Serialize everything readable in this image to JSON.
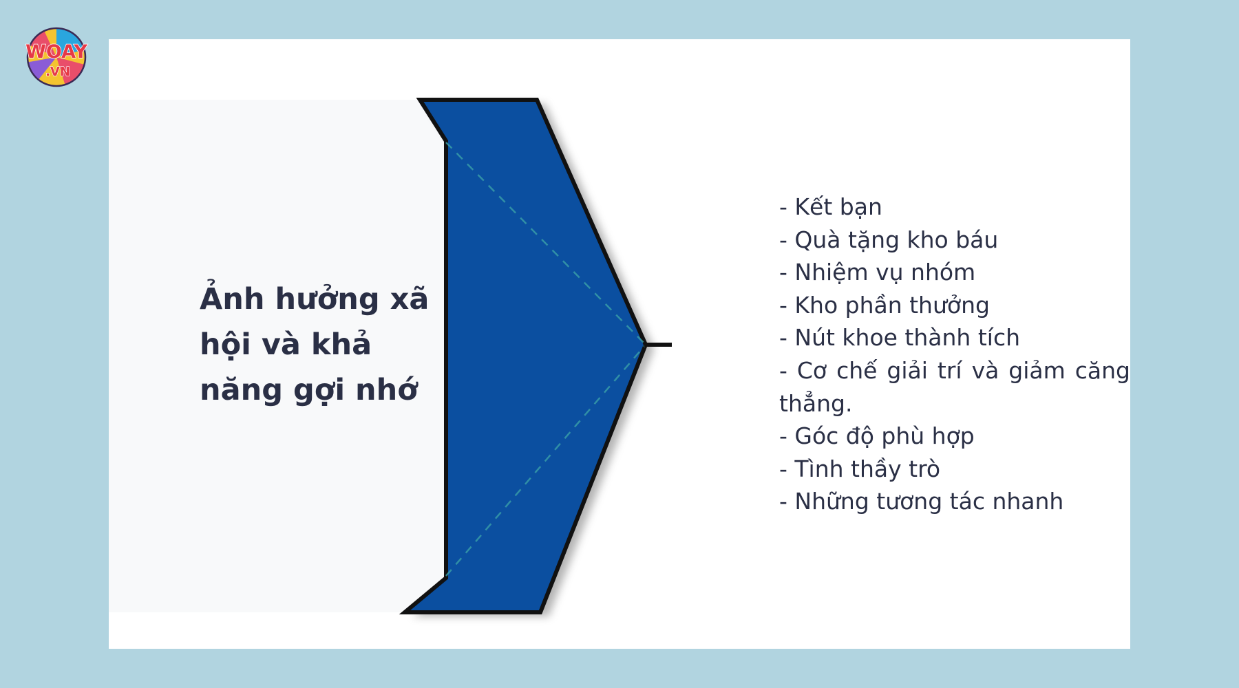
{
  "logo": {
    "top_text": "WOAY",
    "bottom_text": ".VN",
    "colors": [
      "#f4c430",
      "#2aa6de",
      "#e94e6a",
      "#8a5cd6"
    ]
  },
  "diagram": {
    "title": "Ảnh hưởng xã\nhội và khả\nnăng gợi nhớ",
    "chevron_color": "#0b4fa0",
    "items": [
      "- Kết bạn",
      "- Quà tặng kho báu",
      "- Nhiệm vụ nhóm",
      "- Kho phần thưởng",
      "- Nút khoe thành tích",
      "- Cơ chế giải trí và giảm căng thẳng.",
      "- Góc độ phù hợp",
      "- Tình thầy trò",
      "- Những tương tác nhanh"
    ]
  }
}
